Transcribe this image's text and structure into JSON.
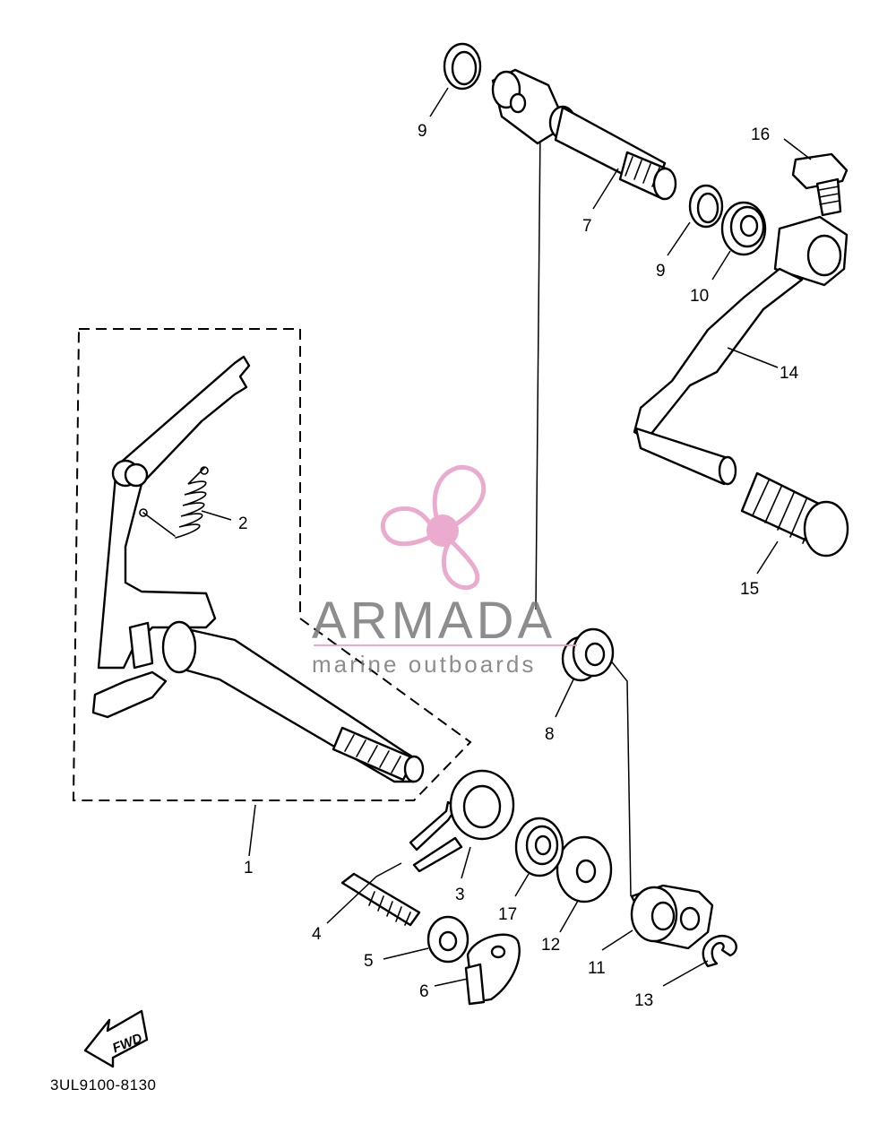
{
  "diagram": {
    "callouts": [
      "1",
      "2",
      "3",
      "4",
      "5",
      "6",
      "7",
      "8",
      "9",
      "9",
      "10",
      "11",
      "12",
      "13",
      "14",
      "15",
      "16",
      "17"
    ],
    "fwd_label": "FWD",
    "drawing_code": "3UL9100-8130"
  },
  "watermark": {
    "brand": "ARMADA",
    "tagline": "marine outboards",
    "accent_color": "#e79dc6",
    "text_color": "#7a7a7a",
    "icon": "propeller-icon"
  }
}
